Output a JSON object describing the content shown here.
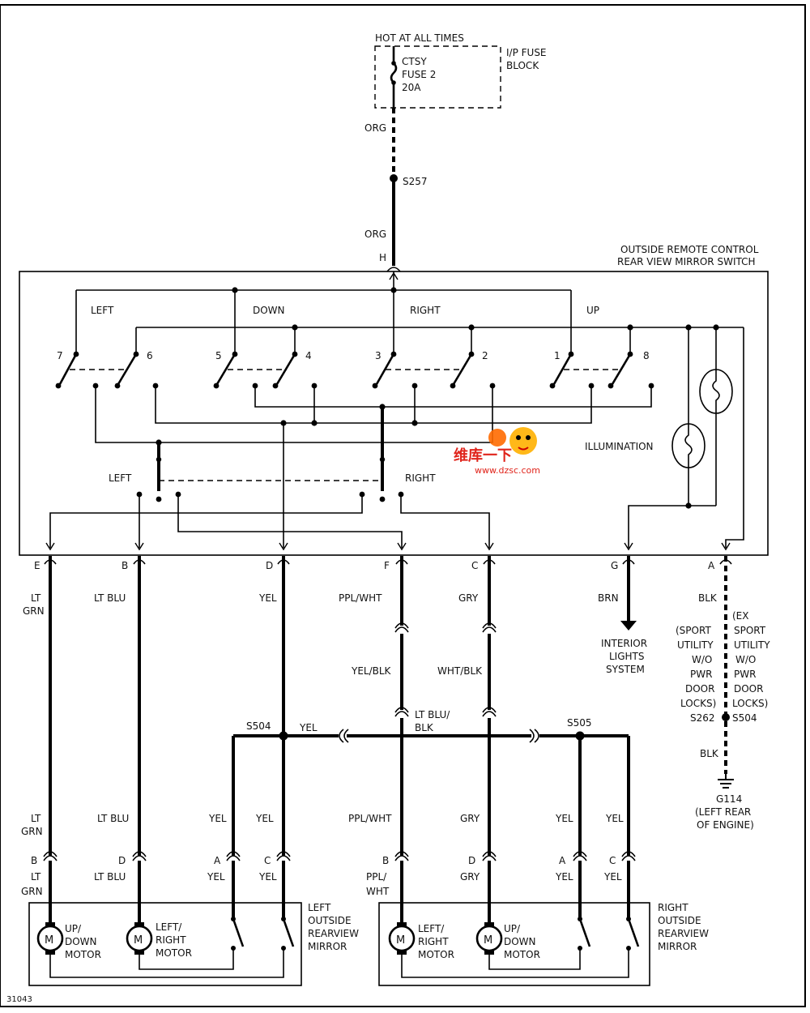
{
  "header": {
    "hot_line": "HOT AT ALL TIMES",
    "fuse_name": "CTSY",
    "fuse_num": "FUSE 2",
    "fuse_amp": "20A",
    "fuse_block_1": "I/P FUSE",
    "fuse_block_2": "BLOCK"
  },
  "switch": {
    "title_1": "OUTSIDE REMOTE CONTROL",
    "title_2": "REAR VIEW MIRROR SWITCH",
    "dir_left": "LEFT",
    "dir_down": "DOWN",
    "dir_right": "RIGHT",
    "dir_up": "UP",
    "pins": [
      "7",
      "6",
      "5",
      "4",
      "3",
      "2",
      "1",
      "8"
    ],
    "selector_left": "LEFT",
    "selector_right": "RIGHT",
    "illumination": "ILLUMINATION"
  },
  "splices": {
    "s257": "S257",
    "s504": "S504",
    "s505": "S505",
    "s262": "S262",
    "s504b": "S504"
  },
  "connectors": {
    "h": "H",
    "e": "E",
    "b": "B",
    "d": "D",
    "f": "F",
    "c": "C",
    "g": "G",
    "a": "A",
    "l_b": "B",
    "l_d": "D",
    "l_a": "A",
    "l_c": "C",
    "r_b": "B",
    "r_d": "D",
    "r_a": "A",
    "r_c": "C"
  },
  "wires": {
    "org_top": "ORG",
    "org_mid": "ORG",
    "e_1": "LT",
    "e_2": "GRN",
    "b": "LT BLU",
    "d": "YEL",
    "f": "PPL/WHT",
    "c": "GRY",
    "g": "BRN",
    "a": "BLK",
    "yel_blk": "YEL/BLK",
    "wht_blk": "WHT/BLK",
    "ltblu_blk_1": "LT BLU/",
    "ltblu_blk_2": "BLK",
    "yel_bus": "YEL",
    "blk_low": "BLK",
    "le_1": "LT",
    "le_2": "GRN",
    "lb": "LT BLU",
    "la": "YEL",
    "lc": "YEL",
    "rf": "PPL/WHT",
    "rc_gry": "GRY",
    "ra": "YEL",
    "rc": "YEL",
    "m_le_1": "LT",
    "m_le_2": "GRN",
    "m_lb": "LT BLU",
    "m_la": "YEL",
    "m_lc": "YEL",
    "m_rf_1": "PPL/",
    "m_rf_2": "WHT",
    "m_rd": "GRY",
    "m_ra": "YEL",
    "m_rc": "YEL"
  },
  "interior_lights": [
    "INTERIOR",
    "LIGHTS",
    "SYSTEM"
  ],
  "sport_utility": [
    "(SPORT",
    "UTILITY",
    "W/O",
    "PWR",
    "DOOR",
    "LOCKS)"
  ],
  "ex_sport_utility": [
    "(EX",
    "SPORT",
    "UTILITY",
    "W/O",
    "PWR",
    "DOOR",
    "LOCKS)"
  ],
  "ground": {
    "name": "G114",
    "desc_1": "(LEFT REAR",
    "desc_2": "OF ENGINE)"
  },
  "left_mirror": {
    "title": [
      "LEFT",
      "OUTSIDE",
      "REARVIEW",
      "MIRROR"
    ],
    "motor_1": [
      "UP/",
      "DOWN",
      "MOTOR"
    ],
    "motor_2": [
      "LEFT/",
      "RIGHT",
      "MOTOR"
    ]
  },
  "right_mirror": {
    "title": [
      "RIGHT",
      "OUTSIDE",
      "REARVIEW",
      "MIRROR"
    ],
    "motor_1": [
      "LEFT/",
      "RIGHT",
      "MOTOR"
    ],
    "motor_2": [
      "UP/",
      "DOWN",
      "MOTOR"
    ]
  },
  "motor_symbol": "M",
  "watermark": {
    "brand": "维库一下",
    "url": "www.dzsc.com"
  },
  "figure_id": "31043"
}
